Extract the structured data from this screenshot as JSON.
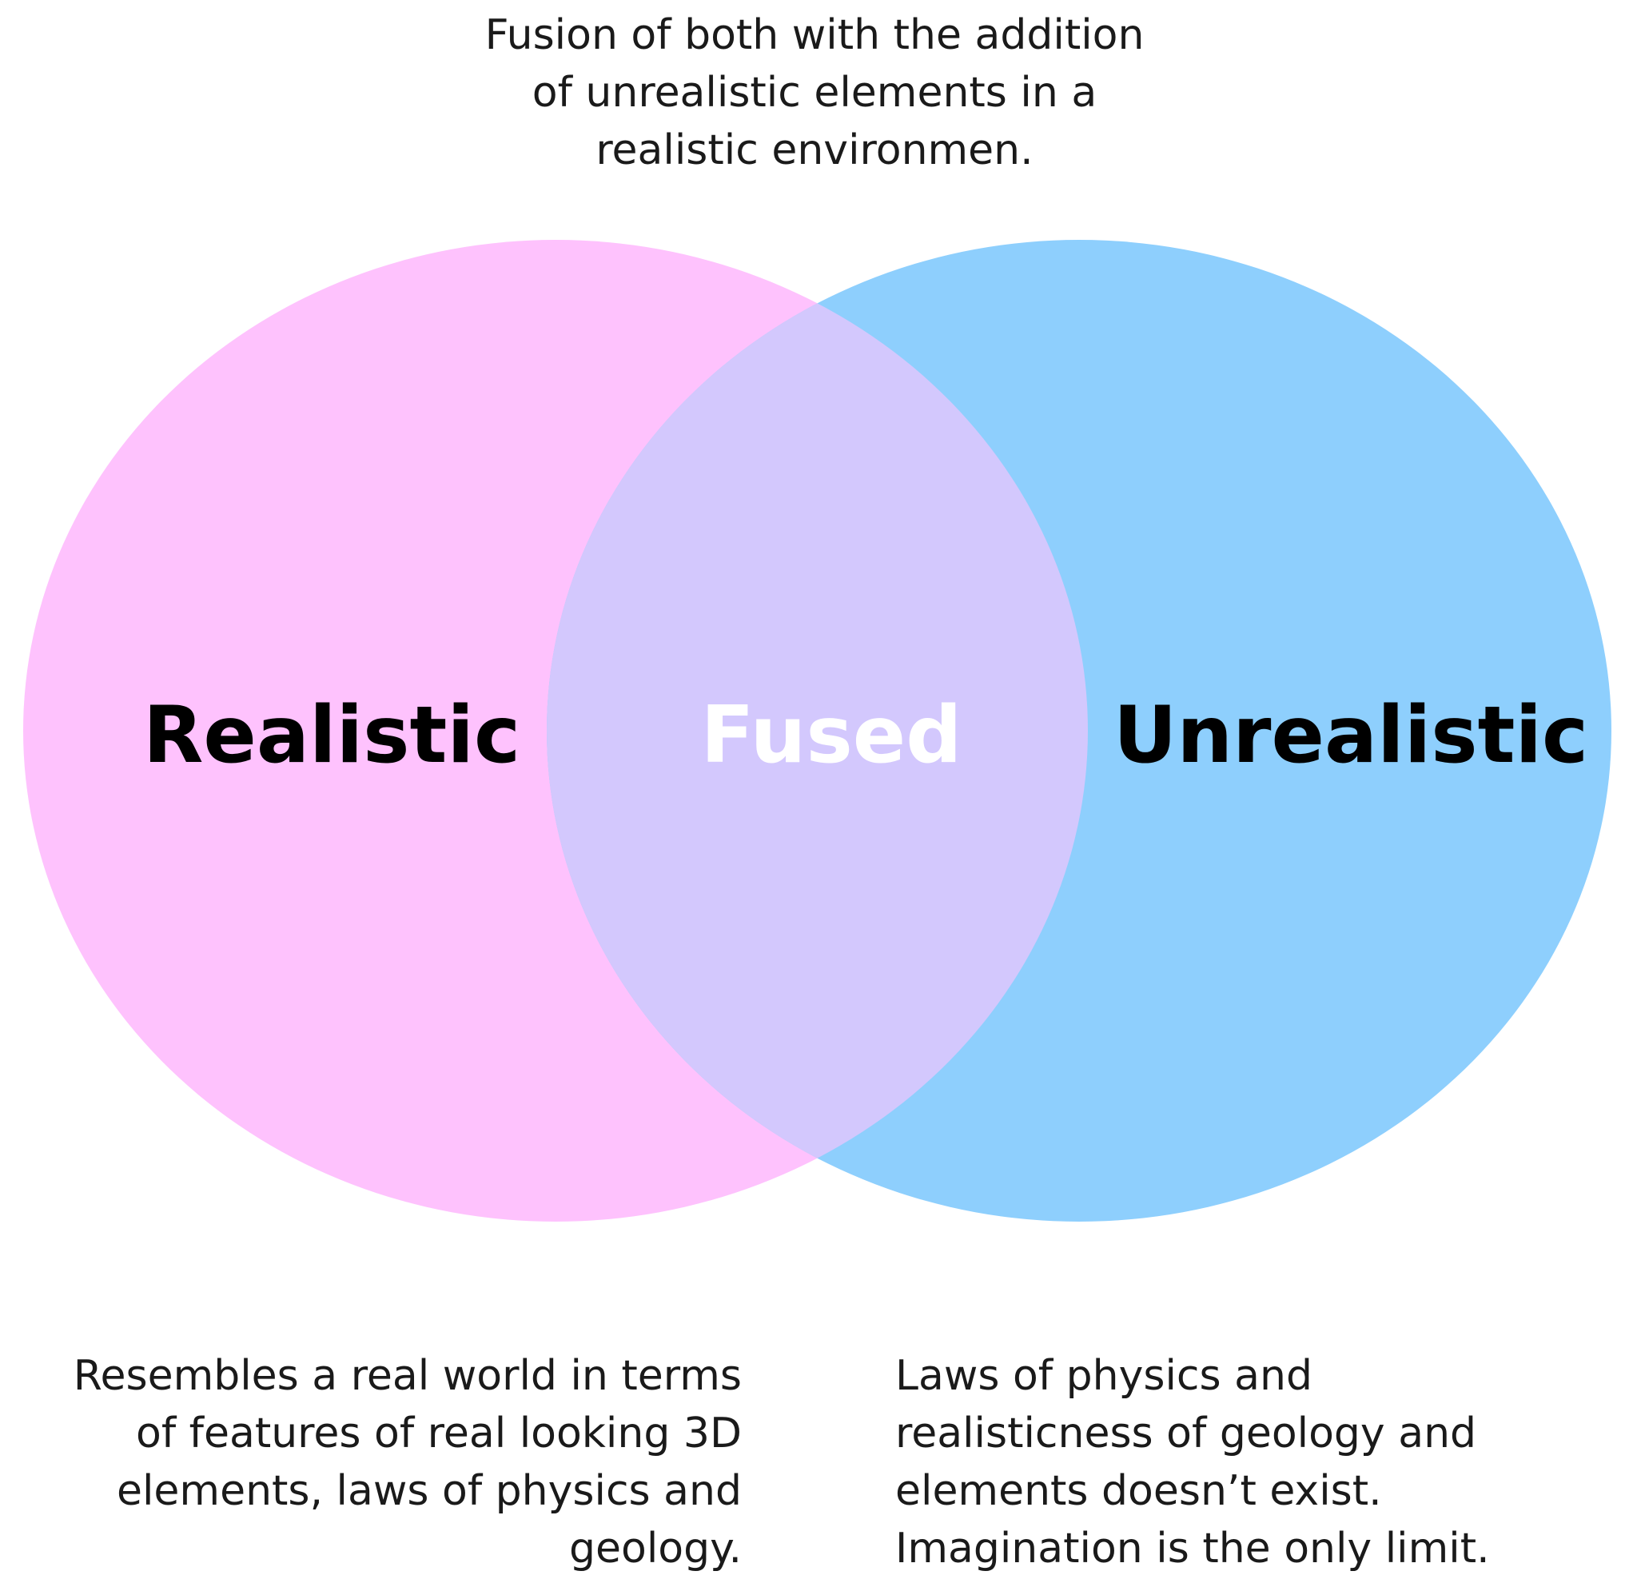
{
  "top_caption": {
    "lines": [
      "Fusion of both with the addition",
      "of unrealistic elements in a",
      "realistic environmen."
    ]
  },
  "sets": {
    "left": {
      "label": "Realistic",
      "color": "#fec2fd"
    },
    "right": {
      "label": "Unrealistic",
      "color": "#8ecffd"
    },
    "overlap": {
      "label": "Fused",
      "color": "#d3c8fd"
    }
  },
  "descriptions": {
    "left": {
      "lines": [
        "Resembles a real world in terms",
        "of features of real looking 3D",
        "elements, laws of physics and",
        "geology."
      ]
    },
    "right": {
      "lines": [
        "Laws of physics and",
        "realisticness of geology and",
        "elements doesn’t exist.",
        "Imagination is the only limit."
      ]
    }
  }
}
